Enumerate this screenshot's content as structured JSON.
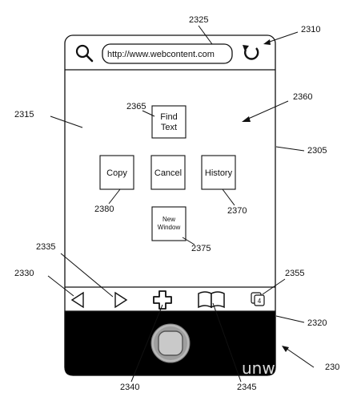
{
  "browser": {
    "url": "http://www.webcontent.com"
  },
  "menu": {
    "find_text": [
      "Find",
      "Text"
    ],
    "copy": "Copy",
    "cancel": "Cancel",
    "history": "History",
    "new_window": [
      "New",
      "Window"
    ]
  },
  "toolbar": {
    "tab_count": "4"
  },
  "labels": {
    "l2325": "2325",
    "l2310": "2310",
    "l2315": "2315",
    "l2360": "2360",
    "l2365": "2365",
    "l2305": "2305",
    "l2380": "2380",
    "l2370": "2370",
    "l2375": "2375",
    "l2335": "2335",
    "l2330": "2330",
    "l2355": "2355",
    "l2320": "2320",
    "l2340": "2340",
    "l2345": "2345",
    "l2300": "230"
  },
  "watermark": "unwire.hk"
}
